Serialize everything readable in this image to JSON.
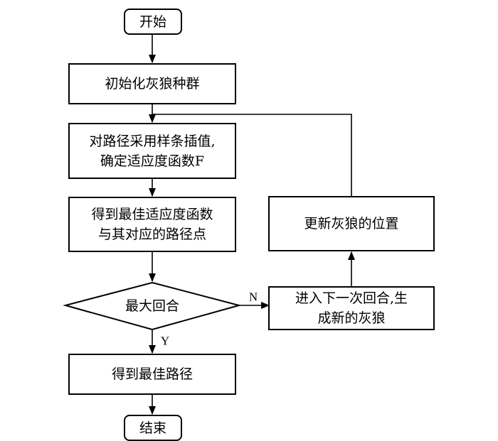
{
  "flowchart": {
    "start": "开始",
    "init": "初始化灰狼种群",
    "spline": {
      "line1": "对路径采用样条插值,",
      "line2": "确定适应度函数F"
    },
    "best": {
      "line1": "得到最佳适应度函数",
      "line2": "与其对应的路径点"
    },
    "decision": "最大回合",
    "result": "得到最佳路径",
    "end": "结束",
    "next_round": {
      "line1": "进入下一次回合,生",
      "line2": "成新的灰狼"
    },
    "update": "更新灰狼的位置",
    "label_no": "N",
    "label_yes": "Y"
  }
}
